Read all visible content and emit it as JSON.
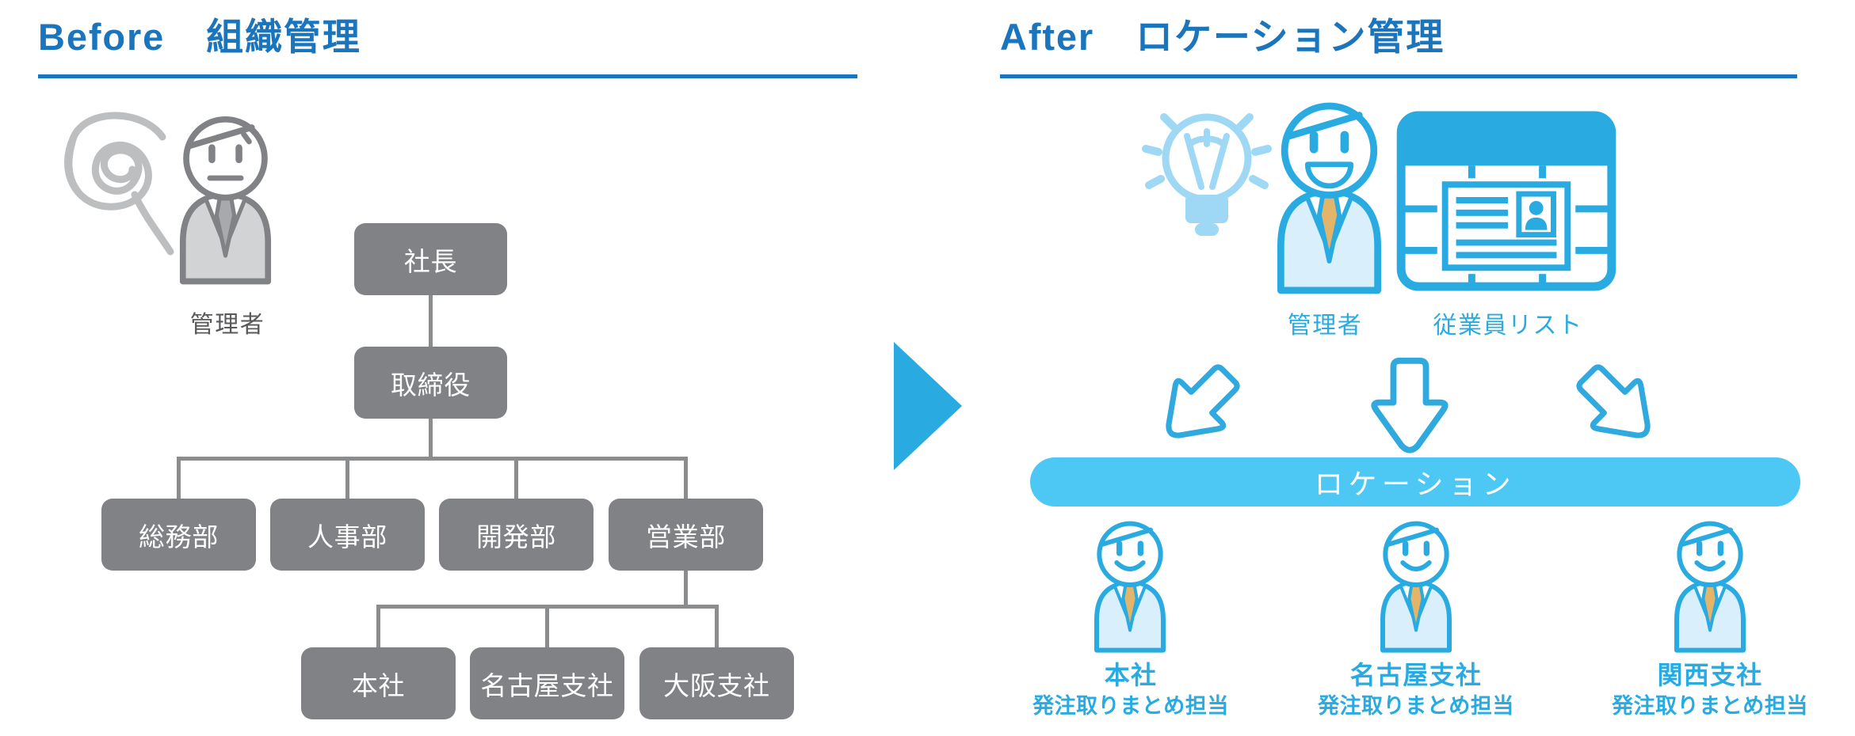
{
  "before": {
    "title_en": "Before",
    "title_ja": "組織管理",
    "manager_label": "管理者",
    "org": {
      "level1": "社長",
      "level2": "取締役",
      "departments": [
        "総務部",
        "人事部",
        "開発部",
        "営業部"
      ],
      "branches": [
        "本社",
        "名古屋支社",
        "大阪支社"
      ]
    }
  },
  "after": {
    "title_en": "After",
    "title_ja": "ロケーション管理",
    "manager_label": "管理者",
    "employee_list_label": "従業員リスト",
    "banner_label": "ロケーション",
    "locations": [
      {
        "name": "本社",
        "role": "発注取りまとめ担当"
      },
      {
        "name": "名古屋支社",
        "role": "発注取りまとめ担当"
      },
      {
        "name": "関西支社",
        "role": "発注取りまとめ担当"
      }
    ]
  },
  "colors": {
    "title_blue": "#1b75bc",
    "box_gray": "#808285",
    "connector_gray": "#8a8c8e",
    "accent_blue": "#29abe2",
    "banner_blue": "#4dc7f4",
    "person_fill_blue": "#d9effb",
    "bulb_pale_blue": "#9ed8f5",
    "tie_tan": "#e3b568",
    "label_dark_gray": "#58595b",
    "scribble_gray": "#bcbec0"
  }
}
